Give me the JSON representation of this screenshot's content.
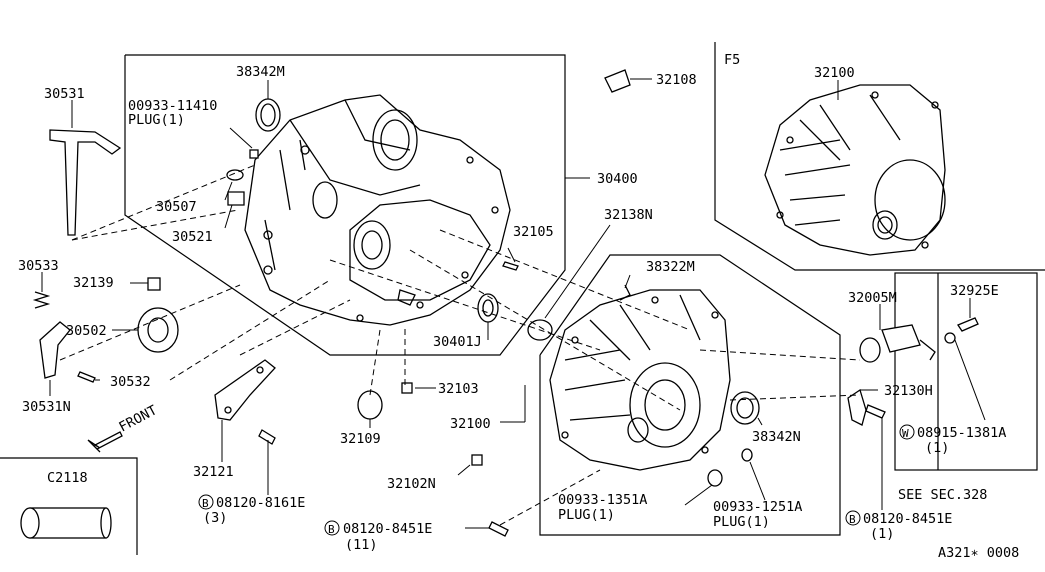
{
  "diagram_id": "A321∗ 0008",
  "variant_label": "F5",
  "front_label": "FRONT",
  "see_sec": "SEE SEC.328",
  "parts": {
    "p30531": "30531",
    "p38342m": "38342M",
    "p00933_11410": "00933-11410",
    "plug1_a": "PLUG(1)",
    "p32108": "32108",
    "p32100_f5": "32100",
    "p30400": "30400",
    "p30507": "30507",
    "p30521": "30521",
    "p32105": "32105",
    "p32138n": "32138N",
    "p38322m": "38322M",
    "p30533": "30533",
    "p32139": "32139",
    "p30502": "30502",
    "p30532": "30532",
    "p30531n": "30531N",
    "p30401j": "30401J",
    "p32005m": "32005M",
    "p32925e": "32925E",
    "p32103": "32103",
    "p32130h": "32130H",
    "p32100": "32100",
    "p38342n": "38342N",
    "p32109": "32109",
    "p32121": "32121",
    "p08915": "08915-1381A",
    "qty_08915": "(1)",
    "p32102n": "32102N",
    "p00933_1351a": "00933-1351A",
    "plug1_b": "PLUG(1)",
    "p00933_1251a": "00933-1251A",
    "plug1_c": "PLUG(1)",
    "p08120_8161e": "08120-8161E",
    "qty_8161e": "(3)",
    "p08120_8451e_a": "08120-8451E",
    "qty_8451e_a": "(11)",
    "p08120_8451e_b": "08120-8451E",
    "qty_8451e_b": "(1)",
    "c2118": "C2118"
  },
  "markers": {
    "b1": "B",
    "b2": "B",
    "b3": "B",
    "w1": "W"
  }
}
